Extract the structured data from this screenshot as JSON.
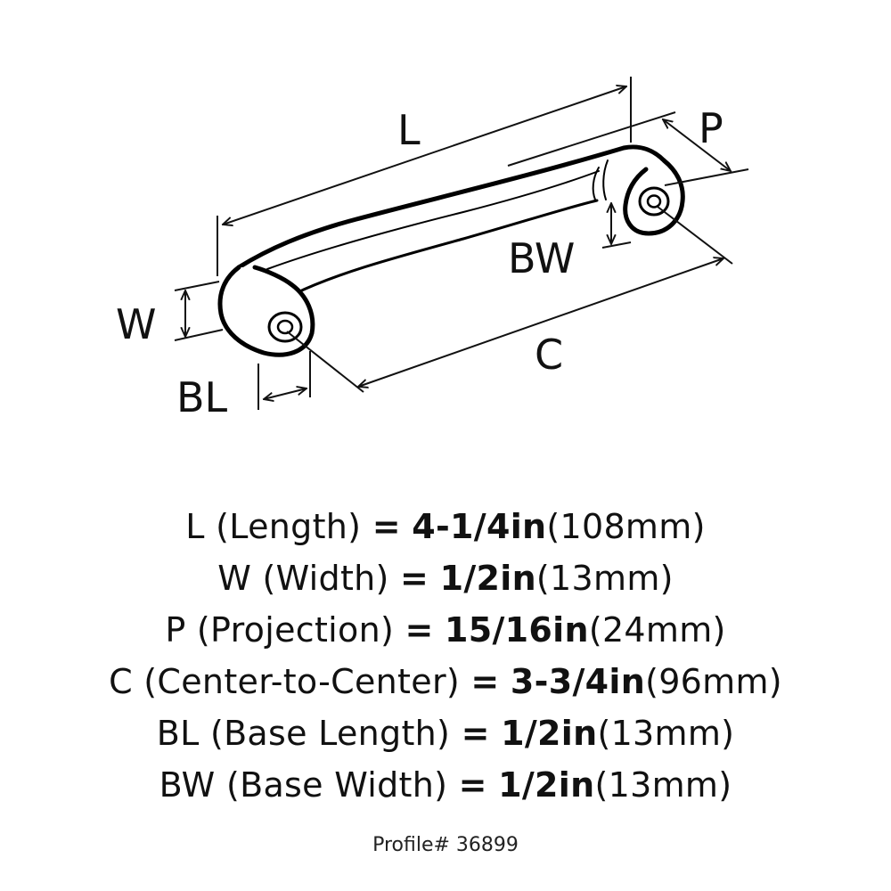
{
  "diagram": {
    "labels": {
      "L": "L",
      "P": "P",
      "BW": "BW",
      "W": "W",
      "C": "C",
      "BL": "BL"
    }
  },
  "specs": [
    {
      "code": "L",
      "desc": "(Length)",
      "eq": "=",
      "imperial": "4-1/4in",
      "metric": "(108mm)"
    },
    {
      "code": "W",
      "desc": "(Width)",
      "eq": "=",
      "imperial": "1/2in",
      "metric": "(13mm)"
    },
    {
      "code": "P",
      "desc": "(Projection)",
      "eq": "=",
      "imperial": "15/16in",
      "metric": "(24mm)"
    },
    {
      "code": "C",
      "desc": "(Center-to-Center)",
      "eq": "=",
      "imperial": "3-3/4in",
      "metric": "(96mm)"
    },
    {
      "code": "BL",
      "desc": "(Base Length)",
      "eq": "=",
      "imperial": "1/2in",
      "metric": "(13mm)"
    },
    {
      "code": "BW",
      "desc": "(Base Width)",
      "eq": "=",
      "imperial": "1/2in",
      "metric": "(13mm)"
    }
  ],
  "profile": "Profile# 36899"
}
